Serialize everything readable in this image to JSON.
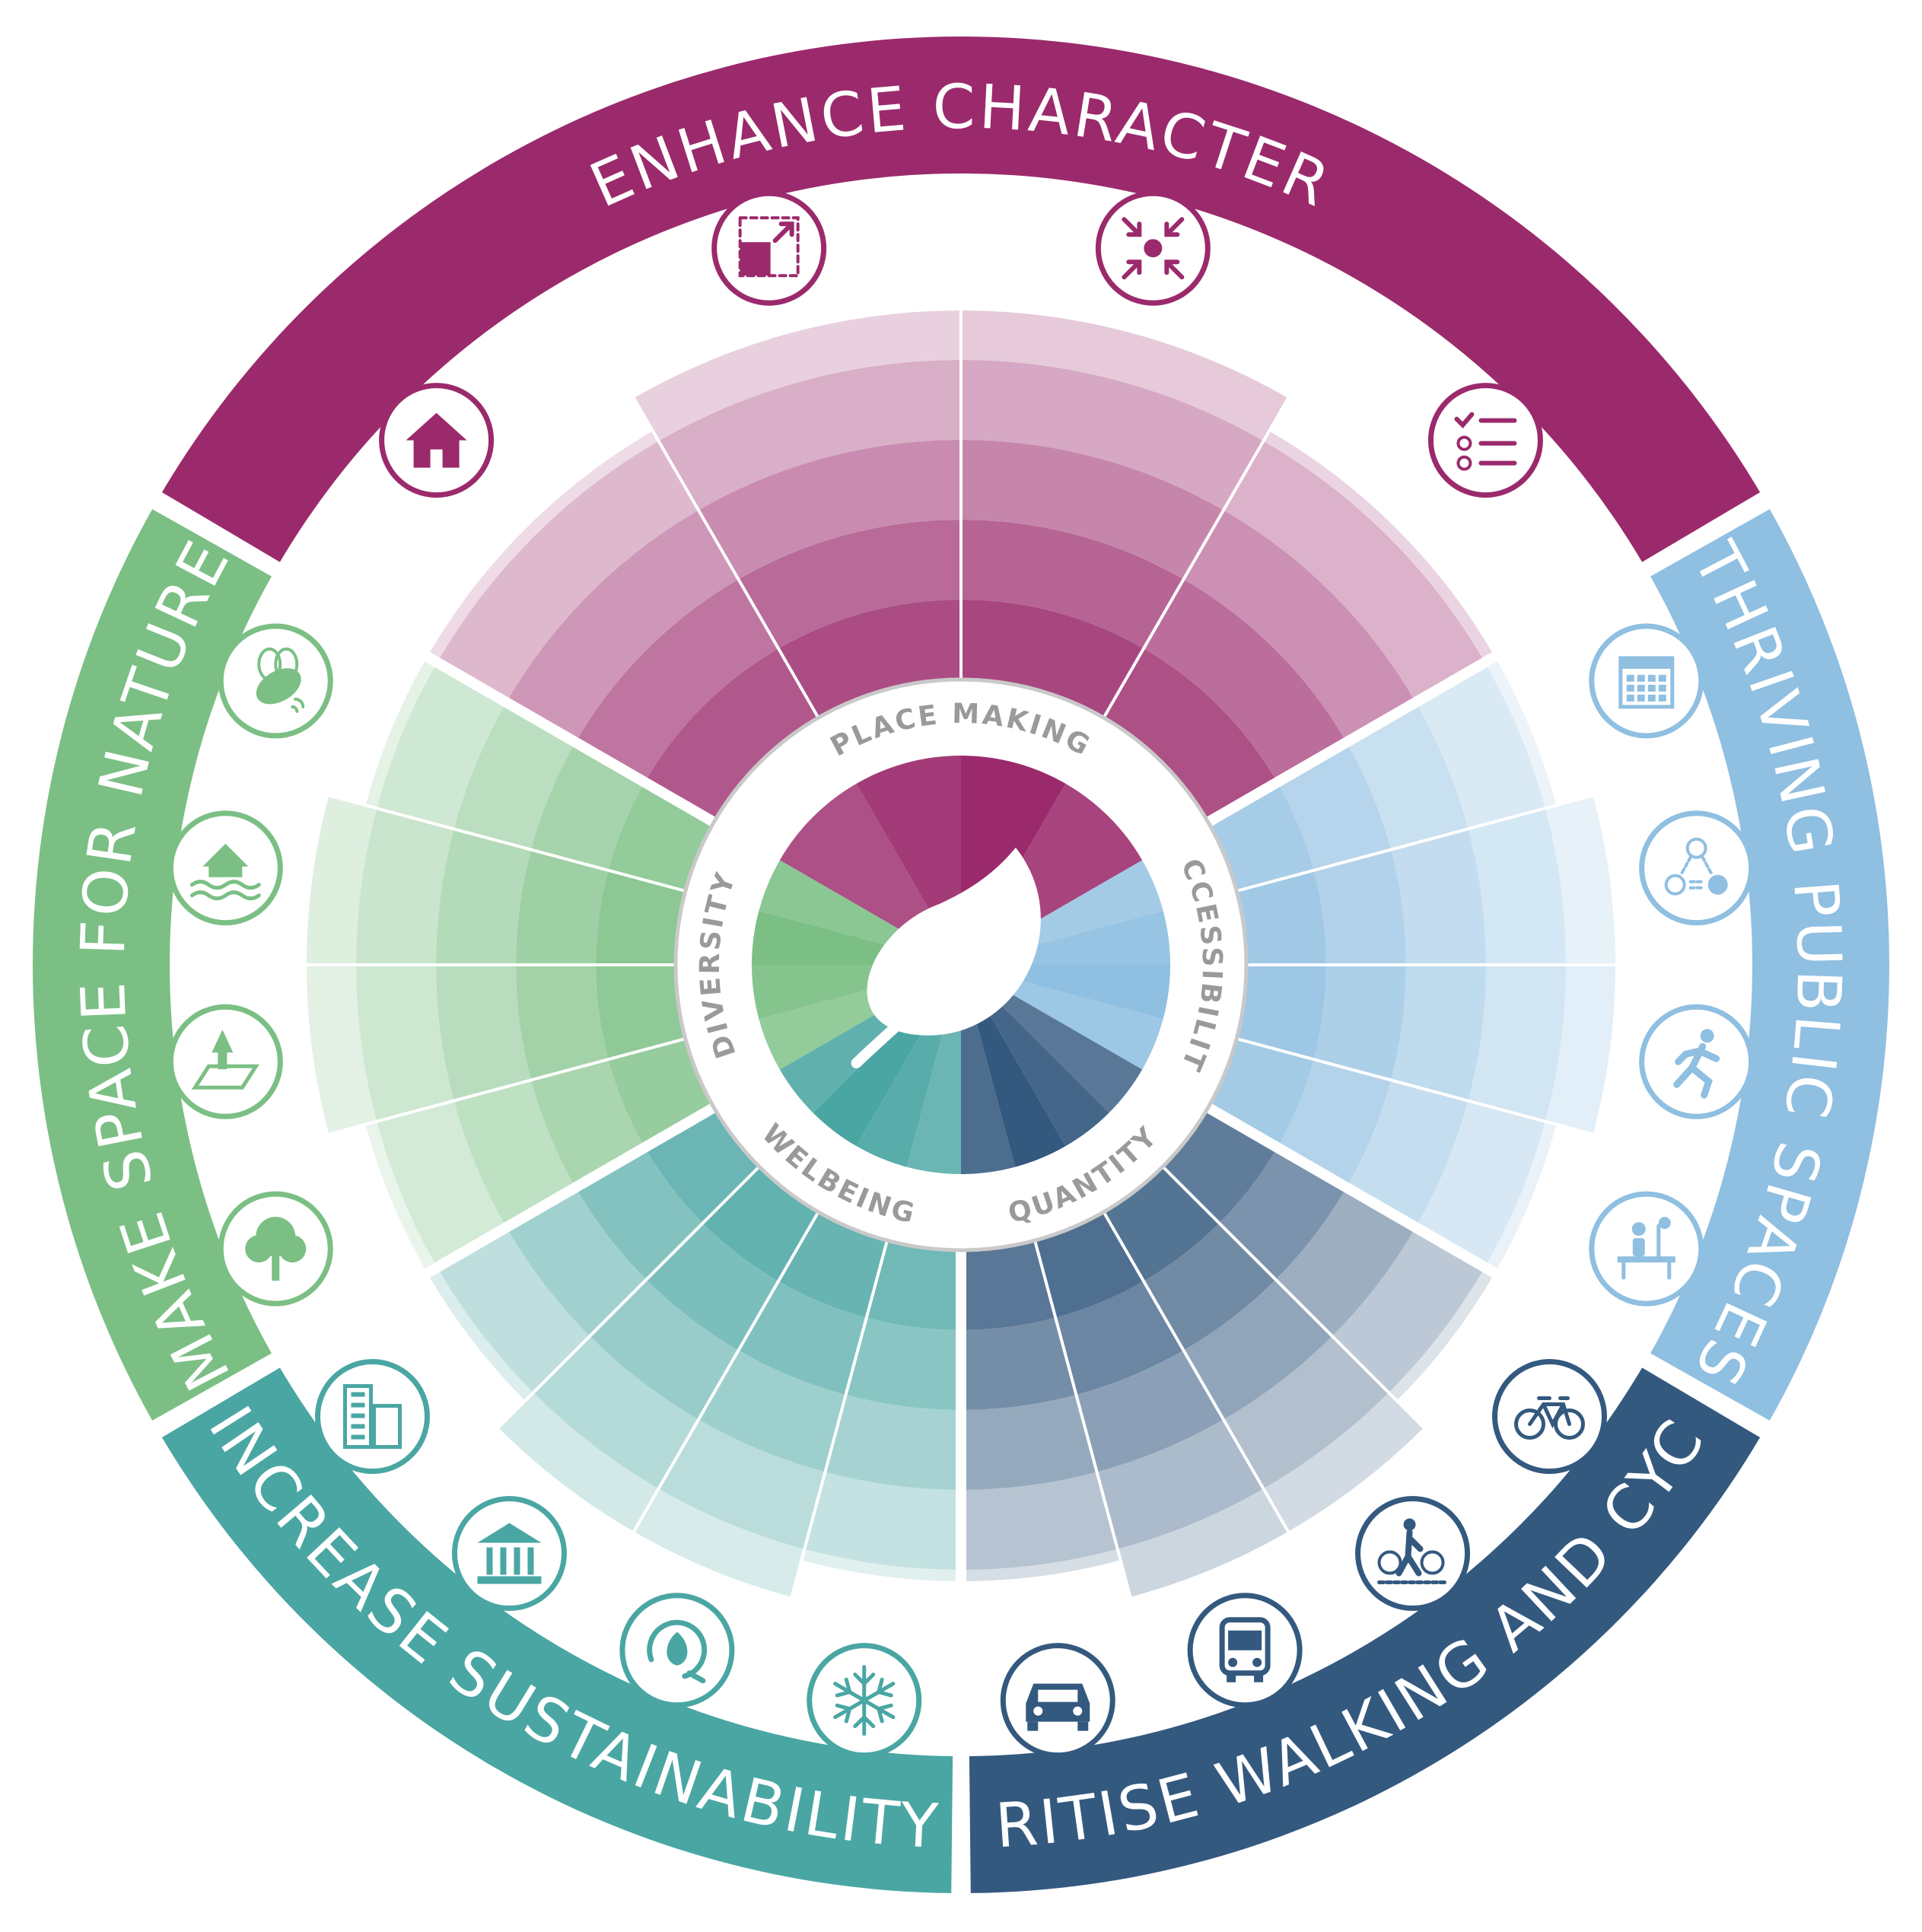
{
  "center_icon": "leaf-icon",
  "sections": [
    {
      "id": "enhance-character",
      "title": "ENHANCE CHARACTER",
      "inner_label": "PLACE MAKING",
      "color": "#9b2a6c",
      "arc": [
        -60,
        60
      ],
      "icons": [
        "house-icon",
        "scale-resize-icon",
        "arrows-to-centre-icon",
        "checklist-icon"
      ]
    },
    {
      "id": "thriving-public-spaces",
      "title": "THRIVING PUBLIC SPACES",
      "inner_label": "ACCESSIBILITY",
      "color": "#8fbfe1",
      "arc": [
        60,
        120
      ],
      "icons": [
        "calendar-icon",
        "equality-network-icon",
        "running-person-icon",
        "outdoor-seating-icon"
      ]
    },
    {
      "id": "prioritise-walking-and-cycling",
      "title": "PRIORITISE WALKING AND CYCLING",
      "inner_label": "QUANTITY",
      "color": "#34597f",
      "arc": [
        120,
        180
      ],
      "icons": [
        "bicycle-icon",
        "pedestrian-bicycle-icon",
        "bus-icon",
        "car-icon"
      ]
    },
    {
      "id": "increase-sustainability",
      "title": "INCREASE SUSTAINABILITY",
      "inner_label": "WELBEING",
      "color": "#4aa6a3",
      "arc": [
        180,
        240
      ],
      "icons": [
        "snowflake-icon",
        "leaf-water-cycle-icon",
        "heritage-building-icon",
        "city-buildings-icon"
      ]
    },
    {
      "id": "make-space-for-nature",
      "title": "MAKE SPACE FOR NATURE",
      "inner_label": "DIVERSITY",
      "color": "#7bbf84",
      "arc": [
        240,
        300
      ],
      "icons": [
        "tree-icon",
        "park-land-icon",
        "flood-house-icon",
        "bee-icon"
      ]
    }
  ]
}
